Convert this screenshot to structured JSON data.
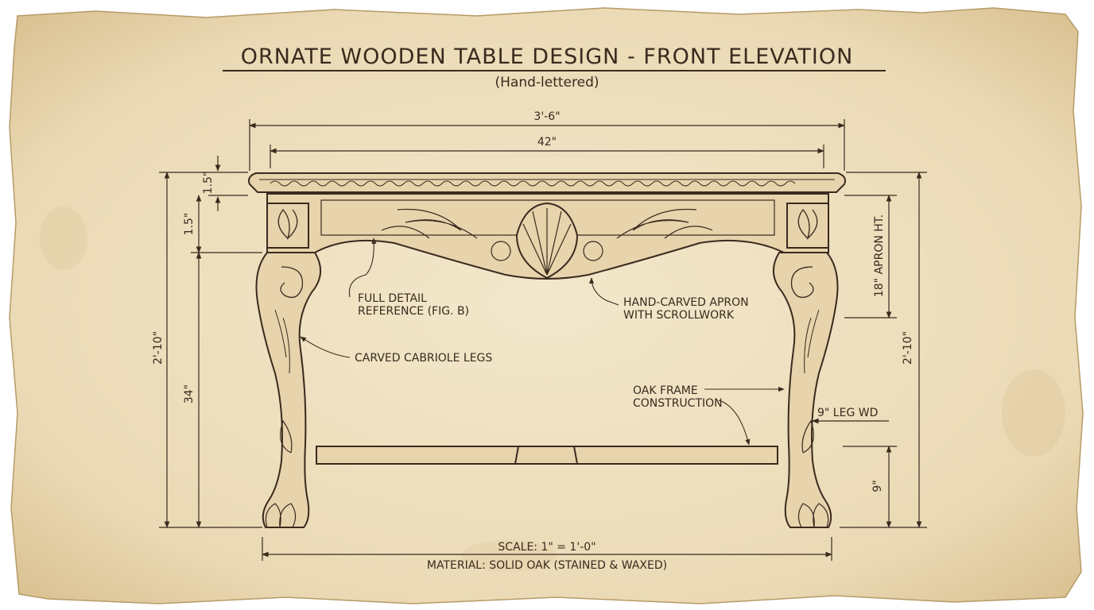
{
  "title": "ORNATE WOODEN TABLE DESIGN - FRONT ELEVATION",
  "subtitle": "(Hand-lettered)",
  "dimensions": {
    "overall_width": "3'-6\"",
    "top_width": "42\"",
    "top_thickness": "1.5\"",
    "apron_offset": "1.5\"",
    "overall_height_left": "2'-10\"",
    "leg_height": "34\"",
    "apron_height": "18\" APRON HT.",
    "overall_height_right": "2'-10\"",
    "leg_width": "9\" LEG WD",
    "stretcher_height": "9\""
  },
  "callouts": {
    "full_detail": [
      "FULL DETAIL",
      "REFERENCE (FIG. B)"
    ],
    "apron": [
      "HAND-CARVED APRON",
      "WITH SCROLLWORK"
    ],
    "legs": "CARVED CABRIOLE LEGS",
    "frame": [
      "OAK FRAME",
      "CONSTRUCTION"
    ]
  },
  "footer": {
    "scale": "SCALE: 1\" = 1'-0\"",
    "material": "MATERIAL: SOLID OAK (STAINED & WAXED)"
  },
  "colors": {
    "paper": "#efe3c4",
    "ink": "#3a2a1e",
    "wood": "#e7d3ac"
  }
}
